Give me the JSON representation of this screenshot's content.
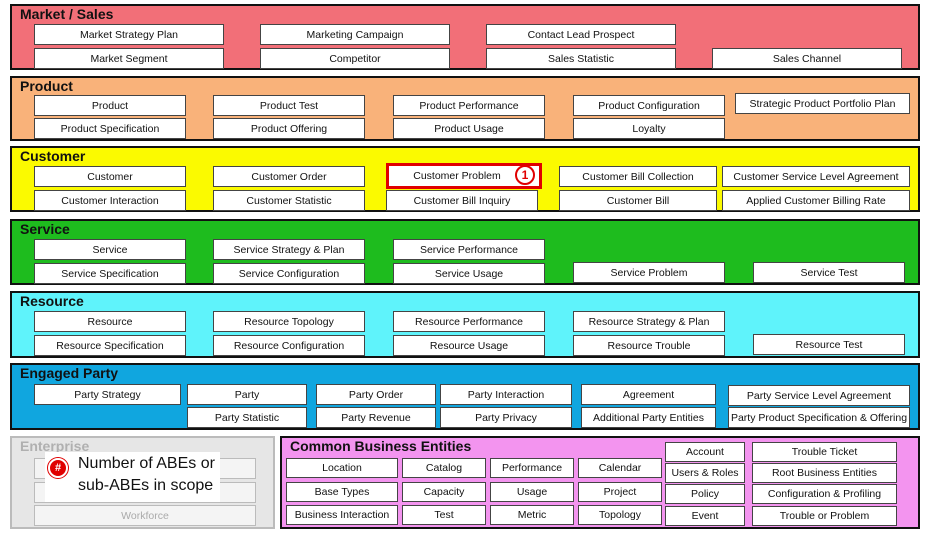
{
  "domains": {
    "market_sales": {
      "title": "Market / Sales",
      "color": "#f26f78",
      "entities": [
        "Market Strategy Plan",
        "Marketing Campaign",
        "Contact Lead Prospect",
        "Market Segment",
        "Competitor",
        "Sales Statistic",
        "Sales Channel"
      ]
    },
    "product": {
      "title": "Product",
      "color": "#f9b27a",
      "entities": [
        "Product",
        "Product Test",
        "Product Performance",
        "Product Configuration",
        "Strategic Product Portfolio Plan",
        "Product Specification",
        "Product Offering",
        "Product Usage",
        "Loyalty"
      ]
    },
    "customer": {
      "title": "Customer",
      "color": "#fbfa00",
      "entities": [
        "Customer",
        "Customer Order",
        "Customer Problem",
        "Customer Bill Collection",
        "Customer Service Level Agreement",
        "Customer Interaction",
        "Customer Statistic",
        "Customer Bill Inquiry",
        "Customer Bill",
        "Applied Customer Billing Rate"
      ]
    },
    "service": {
      "title": "Service",
      "color": "#1ebc1e",
      "entities": [
        "Service",
        "Service Strategy & Plan",
        "Service Performance",
        "Service Specification",
        "Service Configuration",
        "Service Usage",
        "Service Problem",
        "Service Test"
      ]
    },
    "resource": {
      "title": "Resource",
      "color": "#5ff3fb",
      "entities": [
        "Resource",
        "Resource Topology",
        "Resource Performance",
        "Resource Strategy & Plan",
        "Resource Specification",
        "Resource Configuration",
        "Resource Usage",
        "Resource Trouble",
        "Resource Test"
      ]
    },
    "engaged_party": {
      "title": "Engaged Party",
      "color": "#10a6df",
      "entities": [
        "Party Strategy",
        "Party",
        "Party Order",
        "Party Interaction",
        "Agreement",
        "Party Service Level Agreement",
        "Party Statistic",
        "Party Revenue",
        "Party Privacy",
        "Additional Party Entities",
        "Party Product Specification & Offering"
      ]
    },
    "enterprise": {
      "title": "Enterprise",
      "color": "#e6e6e6",
      "entities": [
        "Workforce"
      ]
    },
    "cbe": {
      "title": "Common Business Entities",
      "color": "#f394ef",
      "entities": [
        "Account",
        "Trouble Ticket",
        "Location",
        "Catalog",
        "Performance",
        "Calendar",
        "Users & Roles",
        "Root Business Entities",
        "Base Types",
        "Capacity",
        "Usage",
        "Project",
        "Policy",
        "Configuration & Profiling",
        "Business Interaction",
        "Test",
        "Metric",
        "Topology",
        "Event",
        "Trouble or Problem"
      ]
    }
  },
  "highlight_badge": "1",
  "legend": {
    "badge": "#",
    "line1": "Number of ABEs or",
    "line2": "sub-ABEs in scope"
  },
  "colors": {
    "highlight": "#e00000"
  }
}
